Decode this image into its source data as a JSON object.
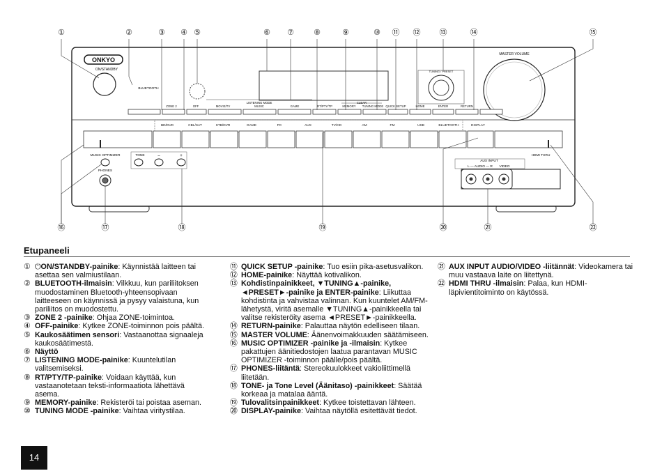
{
  "diagram": {
    "callout_numbers": [
      "①",
      "②",
      "③",
      "④",
      "⑤",
      "⑥",
      "⑦",
      "⑧",
      "⑨",
      "⑩",
      "⑪",
      "⑫",
      "⑬",
      "⑭",
      "⑮",
      "⑯",
      "⑰",
      "⑱",
      "⑲",
      "⑳",
      "㉑",
      "㉒"
    ],
    "brand": "ONKYO",
    "on_standby": "ON/STANDBY",
    "bluetooth_indicator": "BLUETOOTH",
    "master_volume": "MASTER VOLUME",
    "listening_mode": "LISTENING MODE",
    "clear": "CLEAR",
    "tuning_preset": "TUNING / PRESET",
    "top_buttons": [
      "ZONE 2",
      "OFF",
      "MOVIE/TV",
      "MUSIC",
      "GAME",
      "RT/PTY/TP",
      "MEMORY",
      "TUNING MODE",
      "QUICK SETUP",
      "HOME",
      "ENTER",
      "RETURN"
    ],
    "input_buttons": [
      "BD/DVD",
      "CBL/SAT",
      "STB/DVR",
      "GAME",
      "PC",
      "AUX",
      "TV/CD",
      "AM",
      "FM",
      "USB",
      "BLUETOOTH",
      "DISPLAY"
    ],
    "music_optimizer": "MUSIC OPTIMIZER",
    "tone": "TONE",
    "minus": "–",
    "plus": "+",
    "phones": "PHONES",
    "aux_input": "AUX INPUT",
    "aux_sub": "L — AUDIO — R",
    "video": "VIDEO",
    "hdmi_thru": "HDMI THRU"
  },
  "section_title": "Etupaneeli",
  "items": [
    {
      "num": "①",
      "term": "ON/STANDBY-painike",
      "text": ": Käynnistää laitteen tai asettaa sen valmiustilaan."
    },
    {
      "num": "②",
      "term": "BLUETOOTH-ilmaisin",
      "text": ": Vilkkuu, kun pariliitoksen muodostaminen Bluetooth-yhteensopivaan laitteeseen on käynnissä ja pysyy valaistuna, kun pariliitos on muodostettu."
    },
    {
      "num": "③",
      "term": "ZONE 2 -painike",
      "text": ": Ohjaa ZONE-toimintoa."
    },
    {
      "num": "④",
      "term": "OFF-painike",
      "text": ": Kytkee ZONE-toiminnon pois päältä."
    },
    {
      "num": "⑤",
      "term": "Kaukosäätimen sensori",
      "text": ": Vastaanottaa signaaleja kaukosäätimestä."
    },
    {
      "num": "⑥",
      "term": "Näyttö",
      "text": ""
    },
    {
      "num": "⑦",
      "term": "LISTENING MODE-painike",
      "text": ": Kuuntelutilan valitsemiseksi."
    },
    {
      "num": "⑧",
      "term": "RT/PTY/TP-painike",
      "text": ": Voidaan käyttää, kun vastaanotetaan teksti-informaatiota lähettävä asema."
    },
    {
      "num": "⑨",
      "term": "MEMORY-painike",
      "text": ": Rekisteröi tai poistaa aseman."
    },
    {
      "num": "⑩",
      "term": "TUNING MODE -painike",
      "text": ": Vaihtaa viritystilaa."
    },
    {
      "num": "⑪",
      "term": "QUICK SETUP -painike",
      "text": ": Tuo esiin pika-asetusvalikon."
    },
    {
      "num": "⑫",
      "term": "HOME-painike",
      "text": ": Näyttää kotivalikon."
    },
    {
      "num": "⑬",
      "term": "Kohdistinpainikkeet, ▼TUNING▲-painike, ◄PRESET►-painike ja ENTER-painike",
      "text": ": Liikuttaa kohdistinta ja vahvistaa valinnan. Kun kuuntelet AM/FM-lähetystä, viritä asemalle ▼TUNING▲-painikkeella tai valitse rekisteröity asema ◄PRESET►-painikkeella."
    },
    {
      "num": "⑭",
      "term": "RETURN-painike",
      "text": ": Palauttaa näytön edelliseen tilaan."
    },
    {
      "num": "⑮",
      "term": "MASTER VOLUME",
      "text": ": Äänenvoimakkuuden säätämiseen."
    },
    {
      "num": "⑯",
      "term": "MUSIC OPTIMIZER -painike ja -ilmaisin",
      "text": ": Kytkee pakattujen äänitiedostojen laatua parantavan MUSIC OPTIMIZER -toiminnon päälle/pois päältä."
    },
    {
      "num": "⑰",
      "term": "PHONES-liitäntä",
      "text": ": Stereokuulokkeet vakioliittimellä liitetään."
    },
    {
      "num": "⑱",
      "term": "TONE- ja Tone Level (Äänitaso) -painikkeet",
      "text": ": Säätää korkeaa ja matalaa ääntä."
    },
    {
      "num": "⑲",
      "term": "Tulovalitsinpainikkeet",
      "text": ": Kytkee toistettavan lähteen."
    },
    {
      "num": "⑳",
      "term": "DISPLAY-painike",
      "text": ": Vaihtaa näytöllä esitettävät tiedot."
    },
    {
      "num": "㉑",
      "term": "AUX INPUT AUDIO/VIDEO -liitännät",
      "text": ": Videokamera tai muu vastaava laite on liitettynä."
    },
    {
      "num": "㉒",
      "term": "HDMI THRU -ilmaisin",
      "text": ": Palaa, kun HDMI-läpivientitoiminto on käytössä."
    }
  ],
  "page_number": "14"
}
